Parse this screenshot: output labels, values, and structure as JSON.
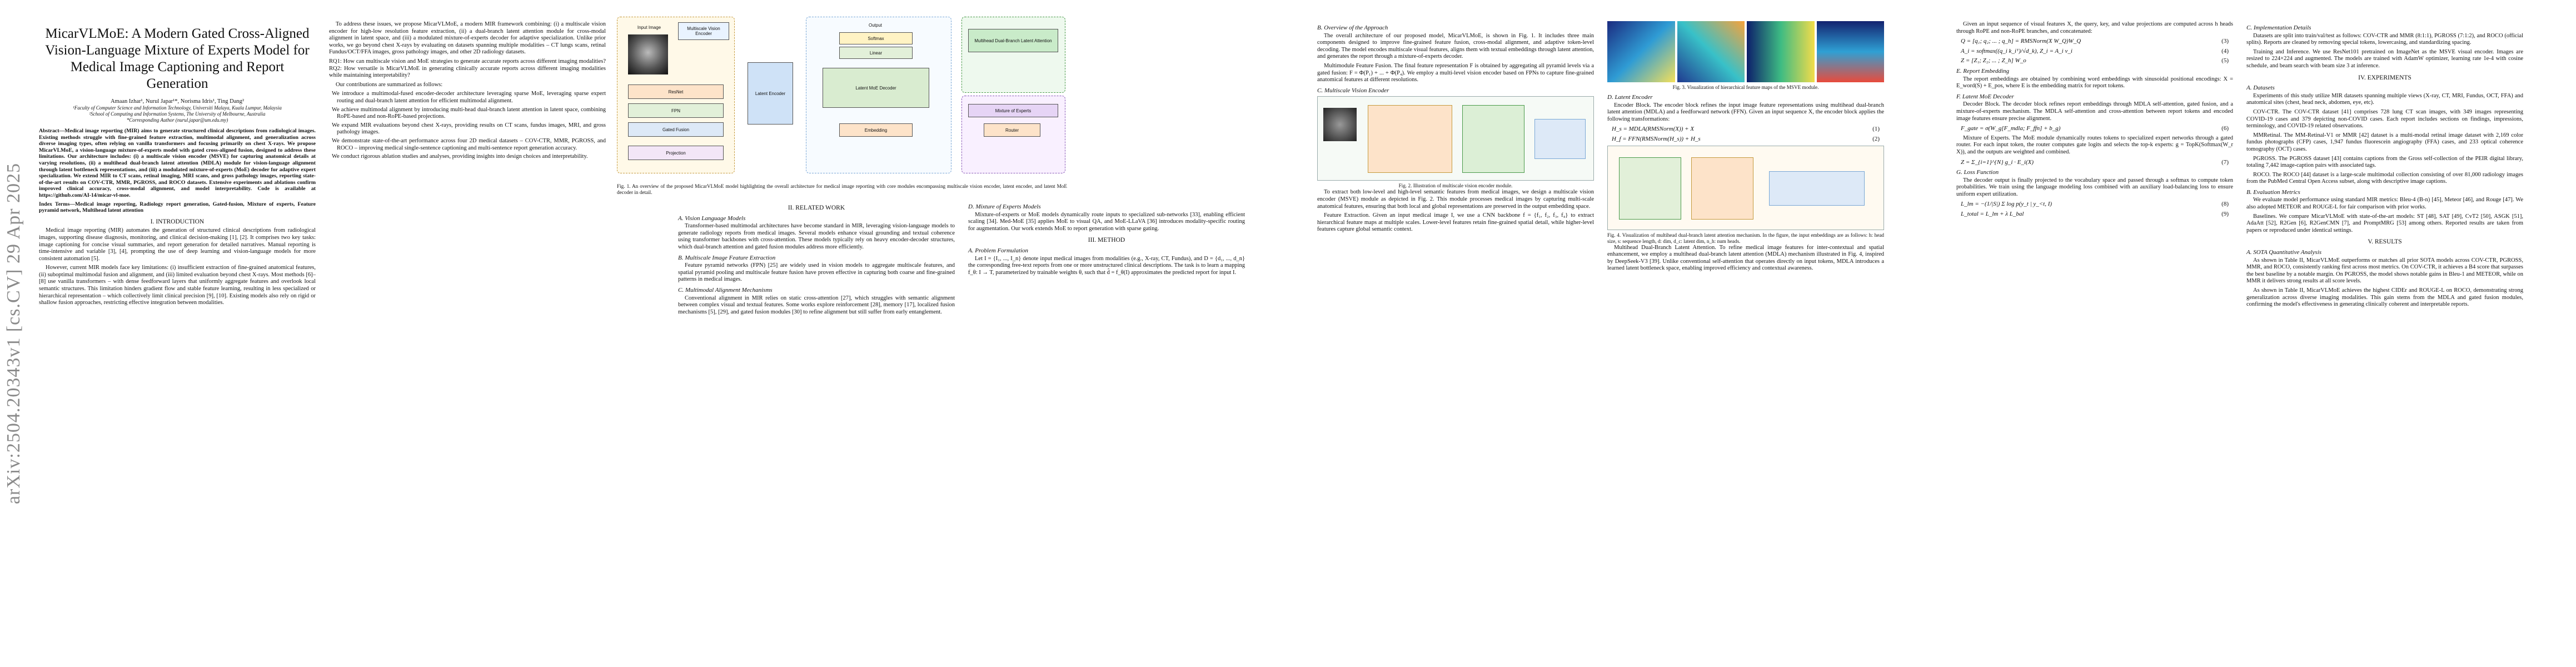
{
  "arxiv_id": "arXiv:2504.20343v1  [cs.CV]  29 Apr 2025",
  "title": "MicarVLMoE: A Modern Gated Cross-Aligned Vision-Language Mixture of Experts Model for Medical Image Captioning and Report Generation",
  "authors": "Amaan Izhar¹, Nurul Japar¹*, Norisma Idris¹, Ting Dang²",
  "affiliations": [
    "¹Faculty of Computer Science and Information Technology, Universiti Malaya, Kuala Lumpur, Malaysia",
    "²School of Computing and Information Systems, The University of Melbourne, Australia",
    "*Corresponding Author (nurul.japar@um.edu.my)"
  ],
  "abstract": "Abstract—Medical image reporting (MIR) aims to generate structured clinical descriptions from radiological images. Existing methods struggle with fine-grained feature extraction, multimodal alignment, and generalization across diverse imaging types, often relying on vanilla transformers and focusing primarily on chest X-rays. We propose MicarVLMoE, a vision-language mixture-of-experts model with gated cross-aligned fusion, designed to address these limitations. Our architecture includes: (i) a multiscale vision encoder (MSVE) for capturing anatomical details at varying resolutions, (ii) a multihead dual-branch latent attention (MDLA) module for vision-language alignment through latent bottleneck representations, and (iii) a modulated mixture-of-experts (MoE) decoder for adaptive expert specialization. We extend MIR to CT scans, retinal imaging, MRI scans, and gross pathology images, reporting state-of-the-art results on COV-CTR, MMR, PGROSS, and ROCO datasets. Extensive experiments and ablations confirm improved clinical accuracy, cross-modal alignment, and model interpretability. Code is available at https://github.com/AI-14/micar-vl-moe.",
  "index_terms": "Index Terms—Medical image reporting, Radiology report generation, Gated-fusion, Mixture of experts, Feature pyramid network, Multihead latent attention",
  "sections": {
    "intro": "I. INTRODUCTION",
    "related": "II. RELATED WORK",
    "method": "III. METHOD",
    "experiments": "IV. EXPERIMENTS",
    "results": "V. RESULTS"
  },
  "subsections": {
    "vlm": "A. Vision Language Models",
    "msif": "B. Multiscale Image Feature Extraction",
    "mma": "C. Multimodal Alignment Mechanisms",
    "moe": "D. Mixture of Experts Models",
    "problem": "A. Problem Formulation",
    "overview": "B. Overview of the Approach",
    "mve": "C. Multiscale Vision Encoder",
    "latent": "D. Latent Encoder",
    "report": "E. Report Embedding",
    "decoder": "F. Latent MoE Decoder",
    "loss": "G. Loss Function",
    "impl": "C. Implementation Details",
    "datasets": "A. Datasets",
    "eval": "B. Evaluation Metrics",
    "sota": "A. SOTA Quantitative Analysis"
  },
  "figures": {
    "fig1": "Fig. 1. An overview of the proposed MicarVLMoE model highlighting the overall architecture for medical image reporting with core modules encompassing multiscale vision encoder, latent encoder, and latent MoE decoder in detail.",
    "fig2": "Fig. 2. Illustration of multiscale vision encoder module.",
    "fig3": "Fig. 3. Visualization of hierarchical feature maps of the MSVE module.",
    "fig4": "Fig. 4. Visualization of multihead dual-branch latent attention mechanism. In the figure, the input embeddings are as follows: h: head size, s: sequence length, d: dim, d_c: latent dim, n_h: num heads."
  },
  "fig1_labels": {
    "input": "Input Image",
    "mve": "Multiscale Vision Encoder",
    "latent": "Latent Encoder",
    "decoder": "Latent MoE Decoder",
    "projection": "Projection",
    "output": "Output",
    "softmax": "Softmax",
    "linear": "Linear",
    "embedding": "Embedding",
    "mdla": "Multihead Dual-Branch Latent Attention",
    "moe": "Mixture of Experts",
    "router": "Router"
  },
  "equations": [
    {
      "tex": "H_s = MDLA(RMSNorm(X)) + X",
      "n": "(1)"
    },
    {
      "tex": "H_f = FFN(RMSNorm(H_s)) + H_s",
      "n": "(2)"
    },
    {
      "tex": "Q = [q₁; q₂; ... ; q_h] = RMSNorm(X W_Q)W_Q",
      "n": "(3)"
    },
    {
      "tex": "A_i = softmax((q_i k_iᵀ)/√d_k), Z_i = A_i v_i",
      "n": "(4)"
    },
    {
      "tex": "Z = [Z₁; Z₂; ... ; Z_h] W_o",
      "n": "(5)"
    },
    {
      "tex": "F_gate = σ(W_g[F_mdla; F_ffn] + b_g)",
      "n": "(6)"
    },
    {
      "tex": "Z = Σ_{i=1}^{N} g_i · E_i(X)",
      "n": "(7)"
    },
    {
      "tex": "L_lm = −(1/|S|) Σ log p(y_t | y_<t, I)",
      "n": "(8)"
    },
    {
      "tex": "L_total = L_lm + λ L_bal",
      "n": "(9)"
    }
  ],
  "body": {
    "intro_1": "Medical image reporting (MIR) automates the generation of structured clinical descriptions from radiological images, supporting disease diagnosis, monitoring, and clinical decision-making [1], [2]. It comprises two key tasks: image captioning for concise visual summaries, and report generation for detailed narratives. Manual reporting is time-intensive and variable [3], [4], prompting the use of deep learning and vision-language models for more consistent automation [5].",
    "intro_2": "However, current MIR models face key limitations: (i) insufficient extraction of fine-grained anatomical features, (ii) suboptimal multimodal fusion and alignment, and (iii) limited evaluation beyond chest X-rays. Most methods [6]–[8] use vanilla transformers – with dense feedforward layers that uniformly aggregate features and overlook local semantic structures. This limitation hinders gradient flow and stable feature learning, resulting in less specialized or hierarchical representation – which collectively limit clinical precision [9], [10]. Existing models also rely on rigid or shallow fusion approaches, restricting effective integration between modalities.",
    "intro_3": "To address these issues, we propose MicarVLMoE, a modern MIR framework combining: (i) a multiscale vision encoder for high-low resolution feature extraction, (ii) a dual-branch latent attention module for cross-modal alignment in latent space, and (iii) a modulated mixture-of-experts decoder for adaptive specialization. Unlike prior works, we go beyond chest X-rays by evaluating on datasets spanning multiple modalities – CT lungs scans, retinal Fundus/OCT/FFA images, gross pathology images, and other 2D radiology datasets.",
    "rq": "RQ1: How can multiscale vision and MoE strategies to generate accurate reports across different imaging modalities? RQ2: How versatile is MicarVLMoE in generating clinically accurate reports across different imaging modalities while maintaining interpretability?",
    "contrib": "Our contributions are summarized as follows:",
    "bullets": [
      "We introduce a multimodal-fused encoder-decoder architecture leveraging sparse MoE, leveraging sparse expert routing and dual-branch latent attention for efficient multimodal alignment.",
      "We achieve multimodal alignment by introducing multi-head dual-branch latent attention in latent space, combining RoPE-based and non-RoPE-based projections.",
      "We expand MIR evaluations beyond chest X-rays, providing results on CT scans, fundus images, MRI, and gross pathology images.",
      "We demonstrate state-of-the-art performance across four 2D medical datasets – COV-CTR, MMR, PGROSS, and ROCO – improving medical single-sentence captioning and multi-sentence report generation accuracy.",
      "We conduct rigorous ablation studies and analyses, providing insights into design choices and interpretability."
    ],
    "related_1": "Transformer-based multimodal architectures have become standard in MIR, leveraging vision-language models to generate radiology reports from medical images. Several models enhance visual grounding and textual coherence using transformer backbones with cross-attention. These models typically rely on heavy encoder-decoder structures, which dual-branch attention and gated fusion modules address more efficiently.",
    "related_2": "Feature pyramid networks (FPN) [25] are widely used in vision models to aggregate multiscale features, and spatial pyramid pooling and multiscale feature fusion have proven effective in capturing both coarse and fine-grained patterns in medical images.",
    "related_3": "Conventional alignment in MIR relies on static cross-attention [27], which struggles with semantic alignment between complex visual and textual features. Some works explore reinforcement [28], memory [17], localized fusion mechanisms [5], [29], and gated fusion modules [30] to refine alignment but still suffer from early entanglement.",
    "related_4": "Mixture-of-experts or MoE models dynamically route inputs to specialized sub-networks [33], enabling efficient scaling [34]. Med-MoE [35] applies MoE to visual QA, and MoE-LLaVA [36] introduces modality-specific routing for augmentation. Our work extends MoE to report generation with sparse gating.",
    "method_1": "Let I = {I₁, ..., I_n} denote input medical images from modalities (e.g., X-ray, CT, Fundus), and D = {d₁, ..., d_n} the corresponding free-text reports from one or more unstructured clinical descriptions. The task is to learn a mapping f_θ: I → T, parameterized by trainable weights θ, such that d̂ = f_θ(I) approximates the predicted report for input I.",
    "method_2": "The overall architecture of our proposed model, MicarVLMoE, is shown in Fig. 1. It includes three main components designed to improve fine-grained feature fusion, cross-modal alignment, and adaptive token-level decoding. The model encodes multiscale visual features, aligns them with textual embeddings through latent attention, and generates the report through a mixture-of-experts decoder.",
    "method_3": "Multimodule Feature Fusion. The final feature representation F is obtained by aggregating all pyramid levels via a gated fusion: F = Φ(P₁) + ... + Φ(P₄). We employ a multi-level vision encoder based on FPNs to capture fine-grained anatomical features at different resolutions.",
    "method_4": "To extract both low-level and high-level semantic features from medical images, we design a multiscale vision encoder (MSVE) module as depicted in Fig. 2. This module processes medical images by capturing multi-scale anatomical features, ensuring that both local and global representations are preserved in the output embedding space.",
    "method_5": "Feature Extraction. Given an input medical image I, we use a CNN backbone f = {f₁, f₂, f₃, f₄} to extract hierarchical feature maps at multiple scales. Lower-level features retain fine-grained spatial detail, while higher-level features capture global semantic context.",
    "method_6": "Encoder Block. The encoder block refines the input image feature representations using multihead dual-branch latent attention (MDLA) and a feedforward network (FFN). Given an input sequence X, the encoder block applies the following transformations:",
    "method_7": "Multihead Dual-Branch Latent Attention. To refine medical image features for inter-contextual and spatial enhancement, we employ a multihead dual-branch latent attention (MDLA) mechanism illustrated in Fig. 4, inspired by DeepSeek-V3 [39]. Unlike conventional self-attention that operates directly on input tokens, MDLA introduces a learned latent bottleneck space, enabling improved efficiency and contextual awareness.",
    "method_8": "Given an input sequence of visual features X, the query, key, and value projections are computed across h heads through RoPE and non-RoPE branches, and concatenated:",
    "method_9": "The report embeddings are obtained by combining word embeddings with sinusoidal positional encodings: X = E_word(S) + E_pos, where E is the embedding matrix for report tokens.",
    "method_10": "Decoder Block. The decoder block refines report embeddings through MDLA self-attention, gated fusion, and a mixture-of-experts mechanism. The MDLA self-attention and cross-attention between report tokens and encoded image features ensure precise alignment.",
    "method_11": "Mixture of Experts. The MoE module dynamically routes tokens to specialized expert networks through a gated router. For each input token, the router computes gate logits and selects the top-k experts: g = TopK(Softmax(W_r X)), and the outputs are weighted and combined.",
    "method_12": "The decoder output is finally projected to the vocabulary space and passed through a softmax to compute token probabilities. We train using the language modeling loss combined with an auxiliary load-balancing loss to ensure uniform expert utilization.",
    "exp_1": "Experiments of this study utilize MIR datasets spanning multiple views (X-ray, CT, MRI, Fundus, OCT, FFA) and anatomical sites (chest, head neck, abdomen, eye, etc).",
    "exp_2": "COV-CTR. The COV-CTR dataset [41] comprises 728 lung CT scan images, with 349 images representing COVID-19 cases and 379 depicting non-COVID cases. Each report includes sections on findings, impressions, terminology, and COVID-19 related observations.",
    "exp_3": "MMRetinal. The MM-Retinal-V1 or MMR [42] dataset is a multi-modal retinal image dataset with 2,169 color fundus photographs (CFP) cases, 1,947 fundus fluorescein angiography (FFA) cases, and 233 optical coherence tomography (OCT) cases.",
    "exp_4": "PGROSS. The PGROSS dataset [43] contains captions from the Gross self-collection of the PEIR digital library, totaling 7,442 image-caption pairs with associated tags.",
    "exp_5": "ROCO. The ROCO [44] dataset is a large-scale multimodal collection consisting of over 81,000 radiology images from the PubMed Central Open Access subset, along with descriptive image captions.",
    "exp_6": "We evaluate model performance using standard MIR metrics: Bleu-4 (B-n) [45], Meteor [46], and Rouge [47]. We also adopted METEOR and ROUGE-L for fair comparison with prior works.",
    "exp_7": "Datasets are split into train/val/test as follows: COV-CTR and MMR (8:1:1), PGROSS (7:1:2), and ROCO (official splits). Reports are cleaned by removing special tokens, lowercasing, and standardizing spacing.",
    "exp_8": "Training and Inference. We use ResNet101 pretrained on ImageNet as the MSVE visual encoder. Images are resized to 224×224 and augmented. The models are trained with AdamW optimizer, learning rate 1e-4 with cosine schedule, and beam search with beam size 3 at inference.",
    "exp_9": "Baselines. We compare MicarVLMoE with state-of-the-art models: ST [48], SAT [49], CvT2 [50], ASGK [51], AdaAtt [52], R2Gen [6], R2GenCMN [7], and PromptMRG [53] among others. Reported results are taken from papers or reproduced under identical settings.",
    "res_1": "As shown in Table II, MicarVLMoE outperforms or matches all prior SOTA models across COV-CTR, PGROSS, MMR, and ROCO, consistently ranking first across most metrics. On COV-CTR, it achieves a B4 score that surpasses the best baseline by a notable margin. On PGROSS, the model shows notable gains in Bleu-1 and METEOR, while on MMR it delivers strong results at all score levels.",
    "res_2": "As shown in Table II, MicarVLMoE achieves the highest CIDEr and ROUGE-L on ROCO, demonstrating strong generalization across diverse imaging modalities. This gain stems from the MDLA and gated fusion modules, confirming the model's effectiveness in generating clinically coherent and interpretable reports."
  },
  "colors": {
    "accent_red": "#c00000",
    "link_blue": "#0000aa",
    "fig_border": "#c59a3e"
  }
}
